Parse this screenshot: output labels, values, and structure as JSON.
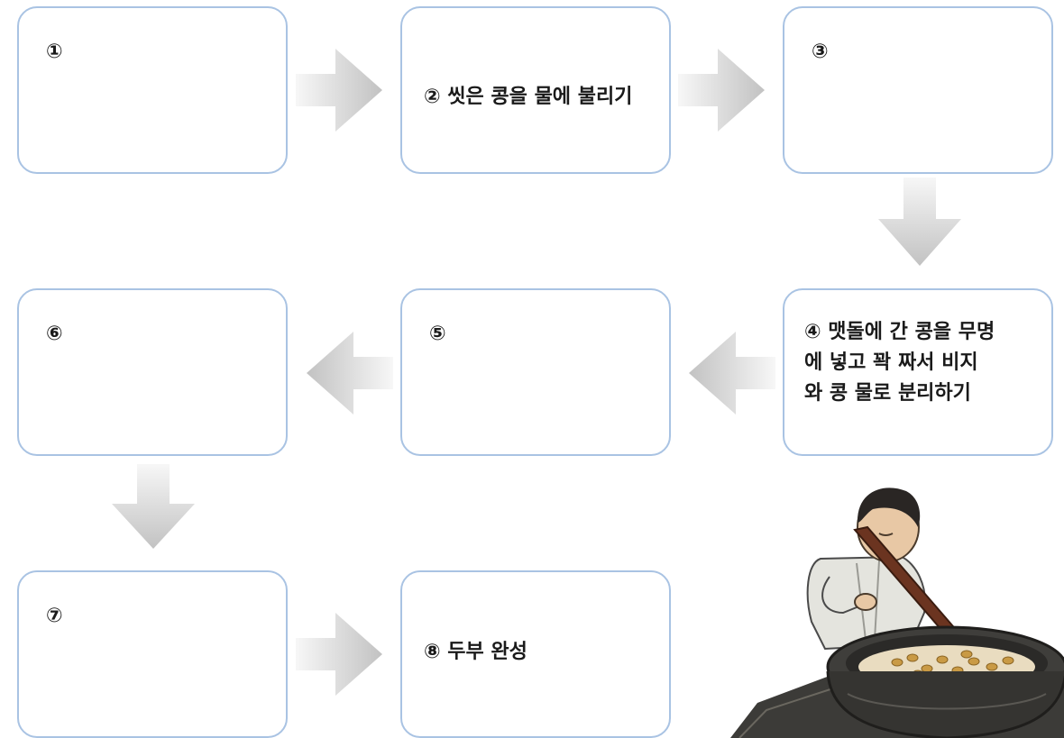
{
  "steps": [
    {
      "num": "①",
      "text": ""
    },
    {
      "num": "",
      "text": "② 씻은 콩을 물에 불리기"
    },
    {
      "num": "③",
      "text": ""
    },
    {
      "num": "",
      "text": "④ 맷돌에 간 콩을 무명\n     에 넣고 꽉 짜서 비지\n     와 콩 물로 분리하기"
    },
    {
      "num": "⑤",
      "text": ""
    },
    {
      "num": "⑥",
      "text": ""
    },
    {
      "num": "⑦",
      "text": ""
    },
    {
      "num": "",
      "text": "⑧ 두부 완성"
    }
  ],
  "colors": {
    "box_border": "#a9c3e3",
    "arrow_light": "#f7f7f7",
    "arrow_dark": "#c4c4c4"
  },
  "illustration": {
    "subject": "boy-stirring-tofu-in-cauldron"
  }
}
